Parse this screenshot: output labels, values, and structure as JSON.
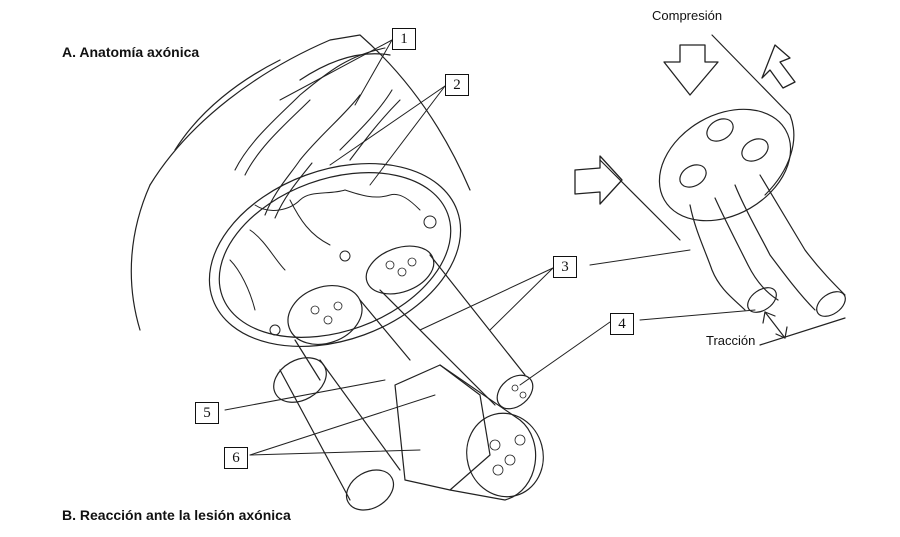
{
  "panel_a": {
    "title": "A. Anatomía axónica"
  },
  "panel_b": {
    "title": "B. Reacción ante la lesión axónica"
  },
  "annotations": {
    "compression": "Compresión",
    "traction": "Tracción"
  },
  "callouts": [
    "1",
    "2",
    "3",
    "4",
    "5",
    "6"
  ]
}
